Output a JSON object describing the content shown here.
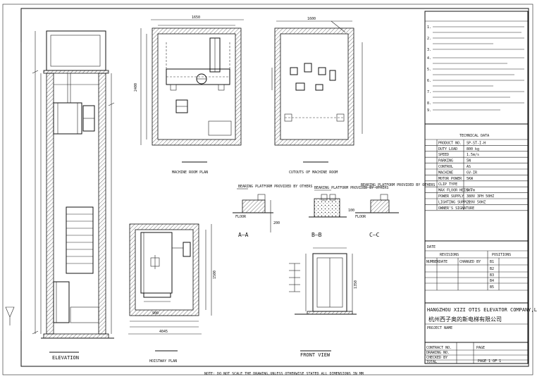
{
  "labels": {
    "elevation": "ELEVATION",
    "machine_room_plan": "MACHINE ROOM PLAN",
    "cutouts_machine_room": "CUTOUTS OF MACHINE ROOM",
    "hoistway_plan": "HOISTWAY PLAN",
    "front_view": "FRONT VIEW",
    "section_a": "A—A",
    "section_b": "B—B",
    "section_c": "C—C",
    "floor": "FLOOR",
    "bearing_platform": "BEARING PLATFORM PROVIDED BY OTHERS",
    "entrance_width": "4045",
    "dim_1650": "1650",
    "dim_1600": "1600",
    "dim_2400": "2400",
    "dim_1500": "1500",
    "dim_900": "900",
    "dim_200": "200",
    "dim_100": "100",
    "dim_1350": "1350"
  },
  "notes": {
    "title": "",
    "lines": [
      "1.",
      "2.",
      "3.",
      "4.",
      "5.",
      "6.",
      "7.",
      "8.",
      "9."
    ]
  },
  "tech_table": {
    "title": "",
    "subtitle": "TECHNICAL DATA",
    "rows": [
      {
        "label": "PRODUCT NO.",
        "value": "SP-ST-I-H"
      },
      {
        "label": "DUTY LOAD",
        "value": "800 kg"
      },
      {
        "label": "SPEED",
        "value": "1.5m/s"
      },
      {
        "label": "PARKING",
        "value": "5N"
      },
      {
        "label": "CONTROL",
        "value": "AS"
      },
      {
        "label": "MACHINE",
        "value": "GV-IR"
      },
      {
        "label": "MOTOR POWER",
        "value": "5KW"
      },
      {
        "label": "CLIP TYPE",
        "value": ""
      },
      {
        "label": "MAX FLOOR HEIGHT",
        "value": "5.7m"
      },
      {
        "label": "POWER SUPPLY",
        "value": "380V 3PH 50HZ"
      },
      {
        "label": "LIGHTING SUPPLY",
        "value": "220V 50HZ"
      },
      {
        "label": "OWNER'S SIGNATURE",
        "value": ""
      }
    ]
  },
  "revisions": {
    "date_label": "DATE",
    "header": "REVISIONS",
    "cols": [
      "NUMBER",
      "DATE",
      "CHANGED BY"
    ],
    "position_header": "POSITIONS",
    "positions": [
      "B1",
      "B2",
      "B3",
      "B4",
      "B5"
    ]
  },
  "company": {
    "name_en": "HANGZHOU XIZI OTIS ELEVATOR COMPANY,LTD.",
    "name_cn": "杭州西子奥的斯电梯有限公司",
    "project_label": "PROJECT NAME"
  },
  "title_block": {
    "contract_no": "CONTRACT NO.",
    "drawing_no": "DRAWING NO.",
    "checked_by": "CHECKED BY",
    "total": "TOTAL",
    "page": "PAGE",
    "page_value": "PAGE 1 OF 1",
    "bottom_note": "NOTE: DO NOT SCALE THE DRAWING,UNLESS OTHERWISE STATED ALL DIMENSIONS IN MM"
  }
}
